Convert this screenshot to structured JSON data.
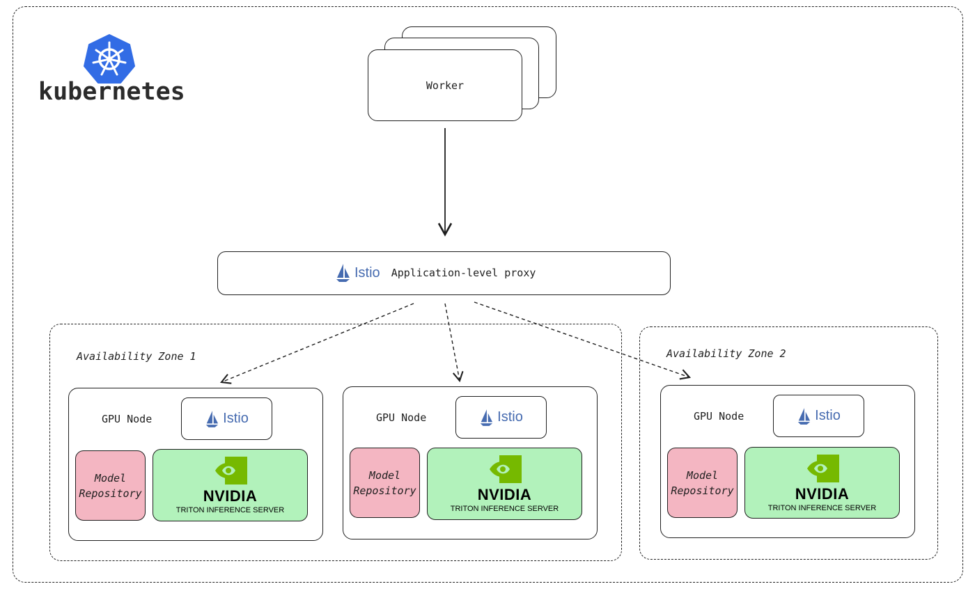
{
  "brand": {
    "name": "kubernetes",
    "color": "#326ce5"
  },
  "worker": {
    "label": "Worker"
  },
  "proxy": {
    "istio_label": "Istio",
    "label": "Application-level proxy",
    "istio_color": "#466bb0"
  },
  "zones": [
    {
      "label": "Availability Zone 1"
    },
    {
      "label": "Availability Zone 2"
    }
  ],
  "nodes": [
    {
      "label": "GPU Node",
      "istio_label": "Istio",
      "repo_label": "Model Repository",
      "vendor": "NVIDIA",
      "server_label": "TRITON INFERENCE SERVER"
    },
    {
      "label": "GPU Node",
      "istio_label": "Istio",
      "repo_label": "Model Repository",
      "vendor": "NVIDIA",
      "server_label": "TRITON INFERENCE SERVER"
    },
    {
      "label": "GPU Node",
      "istio_label": "Istio",
      "repo_label": "Model Repository",
      "vendor": "NVIDIA",
      "server_label": "TRITON INFERENCE SERVER"
    }
  ],
  "colors": {
    "repo": "#f4b6c2",
    "triton": "#b2f2bb",
    "nvidia_green": "#76b900",
    "stroke": "#1e1e1e"
  },
  "icons": [
    "kubernetes-logo",
    "istio-sail-icon",
    "nvidia-eye-logo"
  ]
}
